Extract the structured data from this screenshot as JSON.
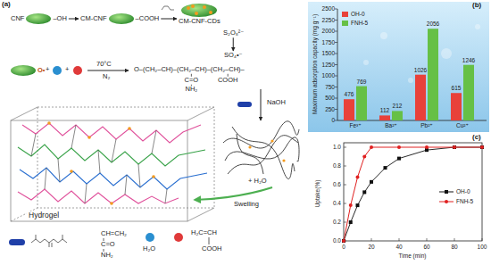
{
  "diagram": {
    "nodes": [
      {
        "text": [
          "CNF",
          "–OH"
        ]
      },
      {
        "text": [
          "CM-CNF",
          "–COOH"
        ]
      },
      {
        "text": [
          "CM-CNF-CDs"
        ]
      },
      {
        "text": [
          "S₂O₈²⁻"
        ]
      },
      {
        "text": [
          "SO₄•⁻"
        ]
      },
      {
        "text": [
          "O•"
        ]
      },
      {
        "text": [
          "O–(CH₂–CH)–(CH₂–CH)–(CH₂–CH)–"
        ]
      },
      {
        "text": [
          "Hydrogel"
        ]
      }
    ],
    "edges": [
      {
        "from": 0,
        "to": 1,
        "arrow": "to"
      },
      {
        "from": 1,
        "to": 2,
        "arrow": "to"
      },
      {
        "from": 3,
        "to": 4,
        "arrow": "to"
      }
    ],
    "labels": [
      "(a)",
      "(b)",
      "(c)",
      "+",
      "+",
      "70°C",
      "N₂",
      "C=O",
      "NH₂",
      "COOH",
      "NaOH",
      "+ H₂O",
      "Swelling",
      "CH=CH₂",
      "C=O",
      "NH₂",
      "H₂O",
      "H₂C=CH",
      "COOH",
      "Maximum adsorption capacity (mg g⁻¹)",
      "0",
      "250",
      "500",
      "750",
      "1000",
      "1250",
      "1500",
      "1750",
      "2000",
      "2250",
      "2500",
      "Fe³⁺",
      "Ba²⁺",
      "Pb²⁺",
      "Cu²⁺",
      "476",
      "769",
      "112",
      "212",
      "1026",
      "2056",
      "615",
      "1246",
      "Uptake(%)",
      "0.0",
      "0.2",
      "0.4",
      "0.6",
      "0.8",
      "1.0",
      "0",
      "20",
      "40",
      "60",
      "80",
      "100",
      "Time (min)"
    ],
    "legend": [
      {
        "text": "OH-0",
        "color": "#e8413a"
      },
      {
        "text": "FNH-5",
        "color": "#66c046"
      },
      {
        "text": "OH-0"
      },
      {
        "text": "FNH-5"
      }
    ]
  }
}
